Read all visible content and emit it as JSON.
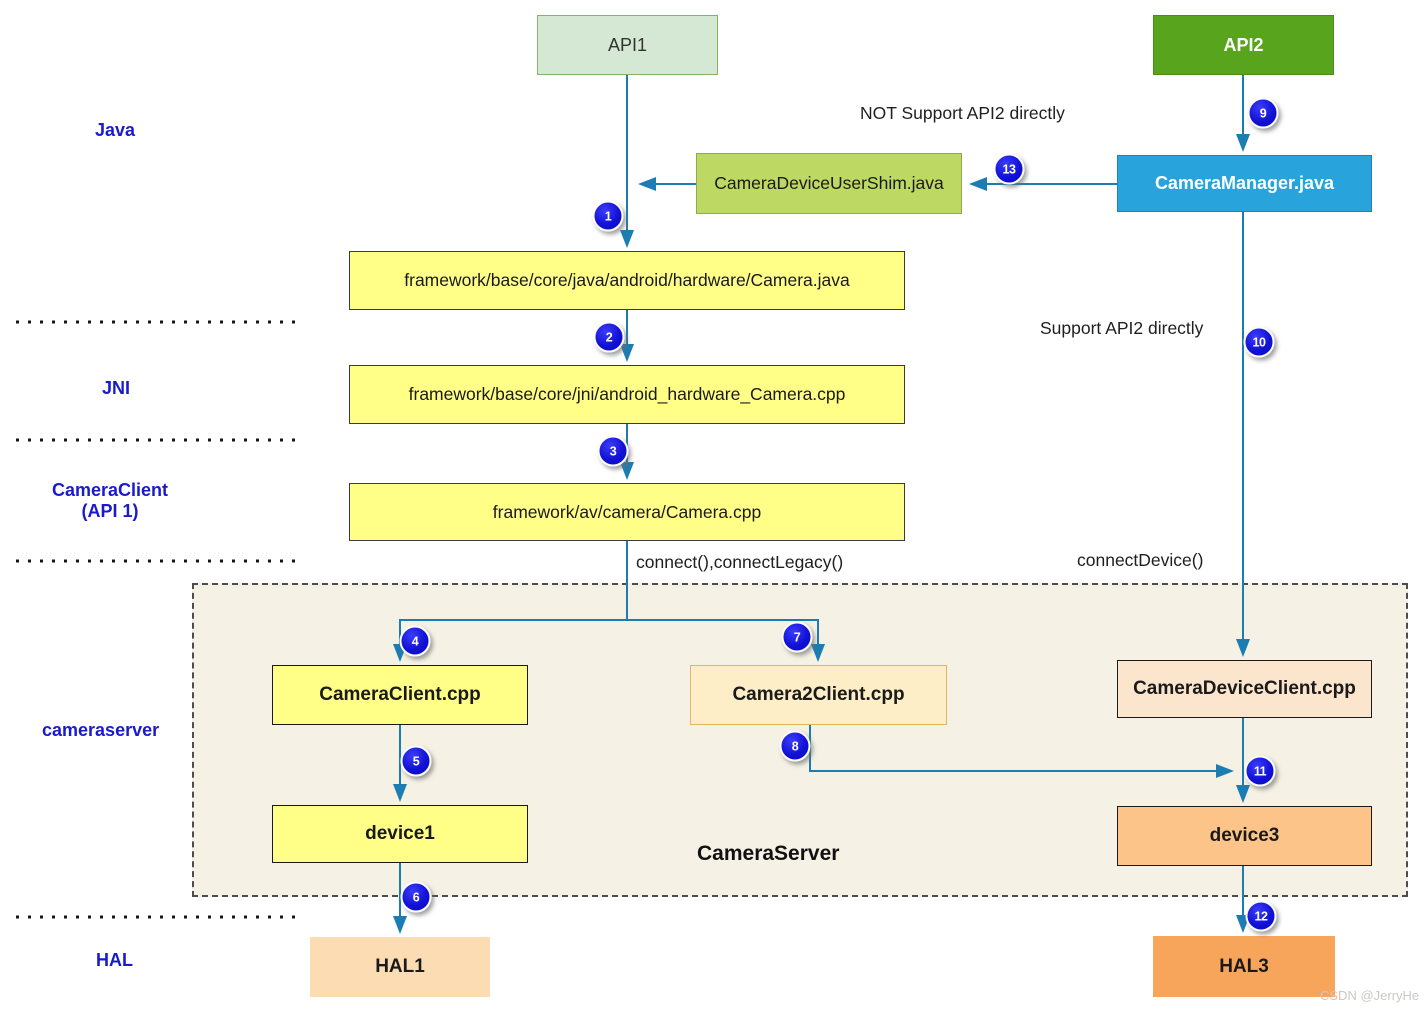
{
  "boxes": {
    "api1": {
      "label": "API1"
    },
    "api2": {
      "label": "API2"
    },
    "shim": {
      "label": "CameraDeviceUserShim.java"
    },
    "camera_manager": {
      "label": "CameraManager.java"
    },
    "camera_java": {
      "label": "framework/base/core/java/android/hardware/Camera.java"
    },
    "camera_jni": {
      "label": "framework/base/core/jni/android_hardware_Camera.cpp"
    },
    "camera_cpp": {
      "label": "framework/av/camera/Camera.cpp"
    },
    "camera_client_cpp": {
      "label": "CameraClient.cpp"
    },
    "camera2_client_cpp": {
      "label": "Camera2Client.cpp"
    },
    "camera_device_client_cpp": {
      "label": "CameraDeviceClient.cpp"
    },
    "device1": {
      "label": "device1"
    },
    "device3": {
      "label": "device3"
    },
    "hal1": {
      "label": "HAL1"
    },
    "hal3": {
      "label": "HAL3"
    }
  },
  "layer_labels": {
    "java": "Java",
    "jni": "JNI",
    "camera_client_line1": "CameraClient",
    "camera_client_line2": "(API 1)",
    "cameraserver": "cameraserver",
    "hal": "HAL"
  },
  "annotations": {
    "not_support": "NOT Support API2 directly",
    "support": "Support API2 directly",
    "connect_legacy": "connect(),connectLegacy()",
    "connect_device": "connectDevice()",
    "cameraserver_title": "CameraServer"
  },
  "steps": {
    "s1": "1",
    "s2": "2",
    "s3": "3",
    "s4": "4",
    "s5": "5",
    "s6": "6",
    "s7": "7",
    "s8": "8",
    "s9": "9",
    "s10": "10",
    "s11": "11",
    "s12": "12",
    "s13": "13"
  },
  "watermark": "CSDN @JerryHe",
  "colors": {
    "arrow": "#1c7db2",
    "step_badge": "#0f0fd0",
    "layer_label": "#1a1acd",
    "api1_fill": "#d5e8d4",
    "api2_fill": "#58a41d",
    "shim_fill": "#bdd964",
    "camera_manager_fill": "#28a3dc",
    "path_box_fill": "#ffff88",
    "camera2client_fill": "#feeec8",
    "cameradeviceclient_fill": "#fce5cd",
    "device3_fill": "#fcc488",
    "hal1_fill": "#fcdcb2",
    "hal3_fill": "#f8a55c",
    "server_container_fill": "#f5f1e4"
  }
}
